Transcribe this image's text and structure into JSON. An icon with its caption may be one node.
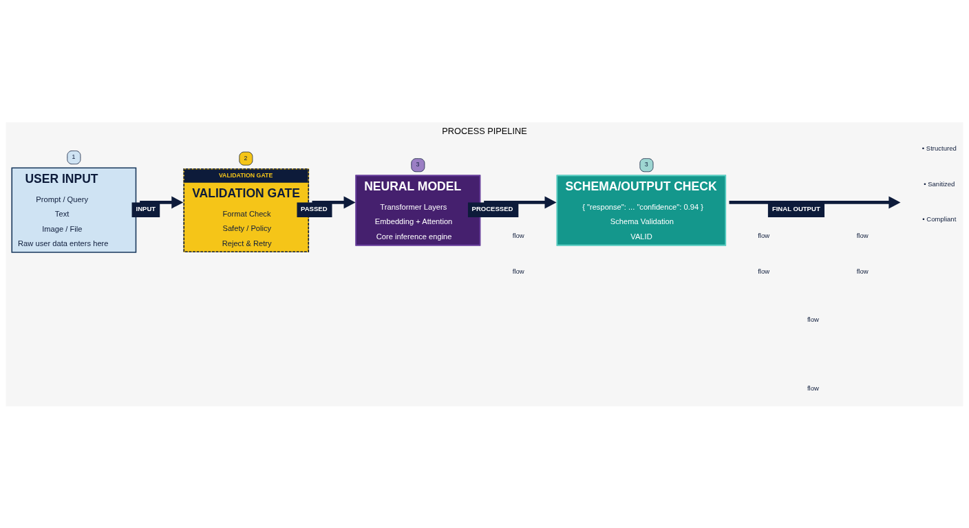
{
  "diagram": {
    "title": "PROCESS PIPELINE",
    "nodes": [
      {
        "text": [
          "USER INPUT",
          "Prompt / Query",
          "Text",
          "Image / File",
          "Raw user data enters here"
        ],
        "beside": [
          "1"
        ]
      },
      {
        "text": [
          "VALIDATION GATE",
          "VALIDATION GATE",
          "Format Check",
          "Safety / Policy",
          "Reject & Retry"
        ],
        "beside": [
          "2"
        ]
      },
      {
        "text": [
          "NEURAL MODEL",
          "Transformer Layers",
          "Embedding + Attention",
          "Core inference engine"
        ],
        "beside": [
          "3"
        ]
      },
      {
        "text": [
          "SCHEMA/OUTPUT CHECK",
          "{ \"response\": ... \"confidence\": 0.94 }",
          "Schema Validation",
          "VALID"
        ],
        "beside": [
          "3"
        ]
      }
    ],
    "edges": [
      {
        "from": 0,
        "to": 1,
        "arrow": "to",
        "label": "INPUT"
      },
      {
        "from": 1,
        "to": 2,
        "arrow": "to",
        "label": "PASSED"
      },
      {
        "from": 2,
        "to": 3,
        "arrow": "to",
        "label": "PROCESSED"
      },
      {
        "from": 3,
        "to": null,
        "arrow": "to",
        "label": "FINAL OUTPUT"
      }
    ],
    "labels": [
      "flow",
      "flow",
      "flow",
      "flow",
      "flow",
      "flow",
      "flow",
      "flow",
      "• Structured",
      "• Sanitized",
      "• Compliant"
    ]
  }
}
